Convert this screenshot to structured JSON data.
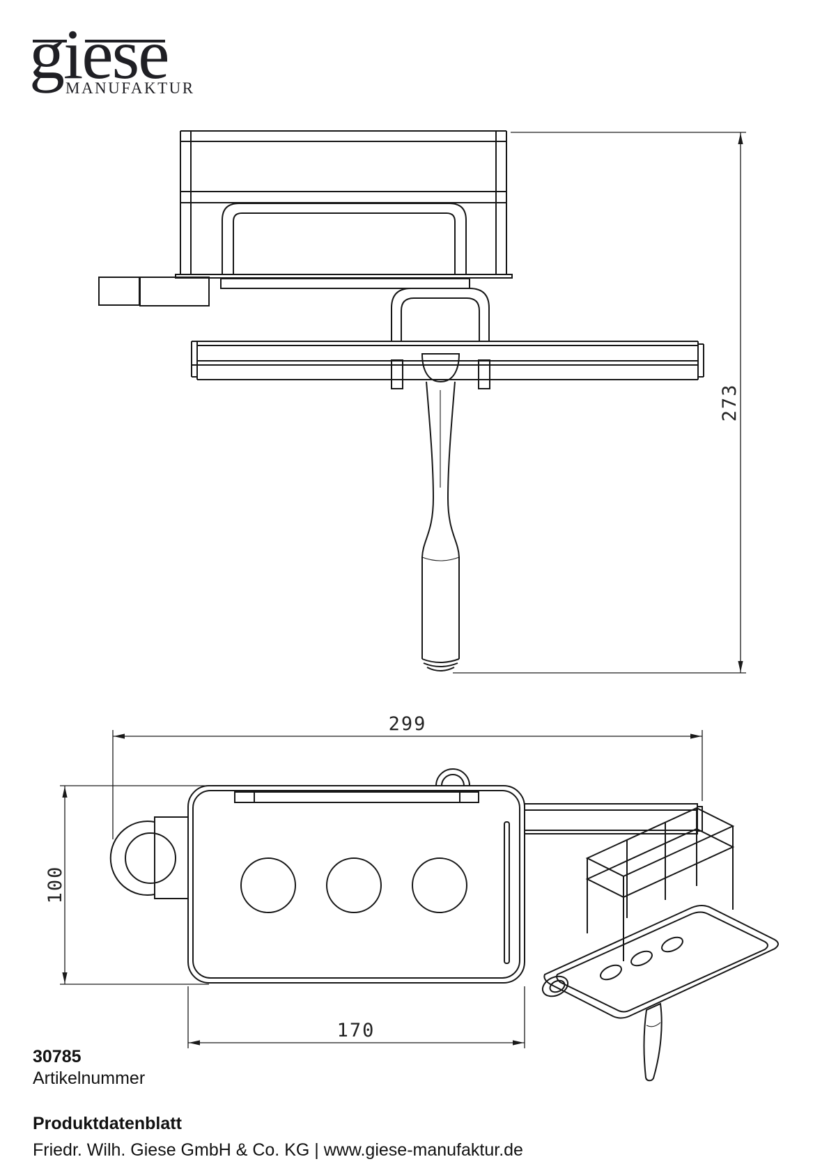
{
  "document": {
    "background_color": "#ffffff",
    "line_color": "#161616"
  },
  "logo": {
    "brand": "giese",
    "subtitle": "MANUFAKTUR"
  },
  "front_view": {
    "description": "front elevation of shower basket with hanging squeegee",
    "dim_height": {
      "value": "273"
    }
  },
  "top_view": {
    "description": "plan view of soap dish with wall eye and squeegee bar",
    "dim_total_width": {
      "value": "299"
    },
    "dim_depth": {
      "value": "100"
    },
    "dim_dish_width": {
      "value": "170"
    }
  },
  "article": {
    "number": "30785",
    "label": "Artikelnummer"
  },
  "footer": {
    "doc_title": "Produktdatenblatt",
    "company": "Friedr. Wilh. Giese GmbH & Co. KG | www.giese-manufaktur.de"
  }
}
